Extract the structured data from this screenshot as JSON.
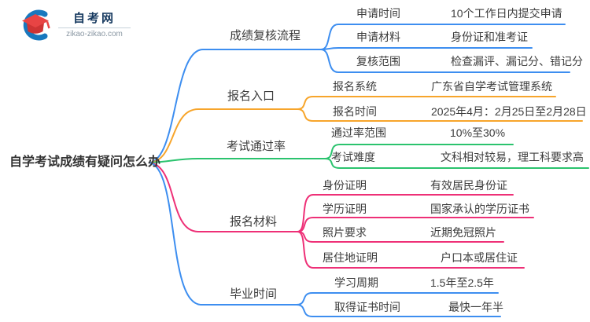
{
  "logo": {
    "title": "自考网",
    "url": "zikao-zikao.com",
    "crescent_color": "#1878BE",
    "cap_top_color": "#E84444",
    "cap_base_color": "#CE3434"
  },
  "root": {
    "label": "自学考试成绩有疑问怎么办"
  },
  "branches": [
    {
      "label": "成绩复核流程",
      "color": "#3D8EF0",
      "children": [
        {
          "label": "申请时间",
          "value": "10个工作日内提交申请"
        },
        {
          "label": "申请材料",
          "value": "身份证和准考证"
        },
        {
          "label": "复核范围",
          "value": "检查漏评、漏记分、错记分"
        }
      ]
    },
    {
      "label": "报名入口",
      "color": "#F7A52B",
      "children": [
        {
          "label": "报名系统",
          "value": "广东省自学考试管理系统"
        },
        {
          "label": "报名时间",
          "value": "2025年4月：2月25日至2月28日"
        }
      ]
    },
    {
      "label": "考试通过率",
      "color": "#2BC36E",
      "children": [
        {
          "label": "通过率范围",
          "value": "10%至30%"
        },
        {
          "label": "考试难度",
          "value": "文科相对较易，理工科要求高"
        }
      ]
    },
    {
      "label": "报名材料",
      "color": "#EE3077",
      "children": [
        {
          "label": "身份证明",
          "value": "有效居民身份证"
        },
        {
          "label": "学历证明",
          "value": "国家承认的学历证书"
        },
        {
          "label": "照片要求",
          "value": "近期免冠照片"
        },
        {
          "label": "居住地证明",
          "value": "户口本或居住证"
        }
      ]
    },
    {
      "label": "毕业时间",
      "color": "#3D8EF0",
      "children": [
        {
          "label": "学习周期",
          "value": "1.5年至2.5年"
        },
        {
          "label": "取得证书时间",
          "value": "最快一年半"
        }
      ]
    }
  ]
}
